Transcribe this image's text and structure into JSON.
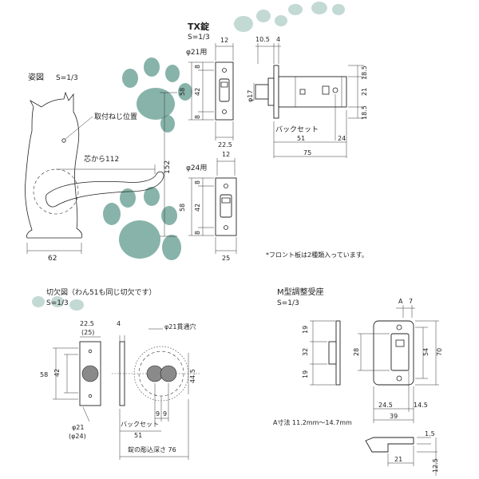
{
  "tx_lock": {
    "title": "TX錠",
    "scale": "S=1/3"
  },
  "pose": {
    "title": "姿図",
    "scale": "S=1/3",
    "mount_label": "取付ねじ位置",
    "center_label": "芯から112",
    "dim_152": "152",
    "dim_62": "62"
  },
  "phi21_plate": {
    "label": "φ21用",
    "dim_12": "12",
    "dim_8a": "8",
    "dim_58": "58",
    "dim_42": "42",
    "dim_8b": "8",
    "dim_22_5": "22.5"
  },
  "phi24_plate": {
    "label": "φ24用",
    "dim_12": "12",
    "dim_8a": "8",
    "dim_58": "58",
    "dim_42": "42",
    "dim_8b": "8",
    "dim_25": "25"
  },
  "latch_side": {
    "dim_10_5": "10.5",
    "dim_4": "4",
    "phi17": "φ17",
    "dim_18_5a": "18.5",
    "dim_21": "21",
    "dim_18_5b": "18.5",
    "backset_label": "バックセット",
    "dim_51": "51",
    "dim_24": "24",
    "dim_75": "75"
  },
  "front_note": "*フロント板は2種類入っています。",
  "cutout": {
    "title": "切欠図（わん51も同じ切欠です）",
    "scale": "S=1/3",
    "dim_22_5": "22.5",
    "dim_25": "(25)",
    "dim_4": "4",
    "dim_58": "58",
    "dim_42": "42",
    "phi21": "φ21",
    "phi24": "(φ24)",
    "through_hole": "φ21貫通穴",
    "dim_44_5": "44.5",
    "dim_9a": "9",
    "dim_9b": "9",
    "backset_label": "バックセット",
    "dim_51": "51",
    "depth_label": "錠の彫込深さ 76"
  },
  "strike": {
    "title": "M型調整受座",
    "scale": "S=1/3",
    "dim_A": "A",
    "dim_7": "7",
    "dim_19a": "19",
    "dim_32": "32",
    "dim_19b": "19",
    "dim_28": "28",
    "dim_54": "54",
    "dim_70": "70",
    "dim_24_5": "24.5",
    "dim_14_5": "14.5",
    "dim_39": "39",
    "a_dimension": "A寸法 11.2mm〜14.7mm",
    "dim_1_5": "1.5",
    "dim_21": "21",
    "dim_12_5": "12.5"
  }
}
